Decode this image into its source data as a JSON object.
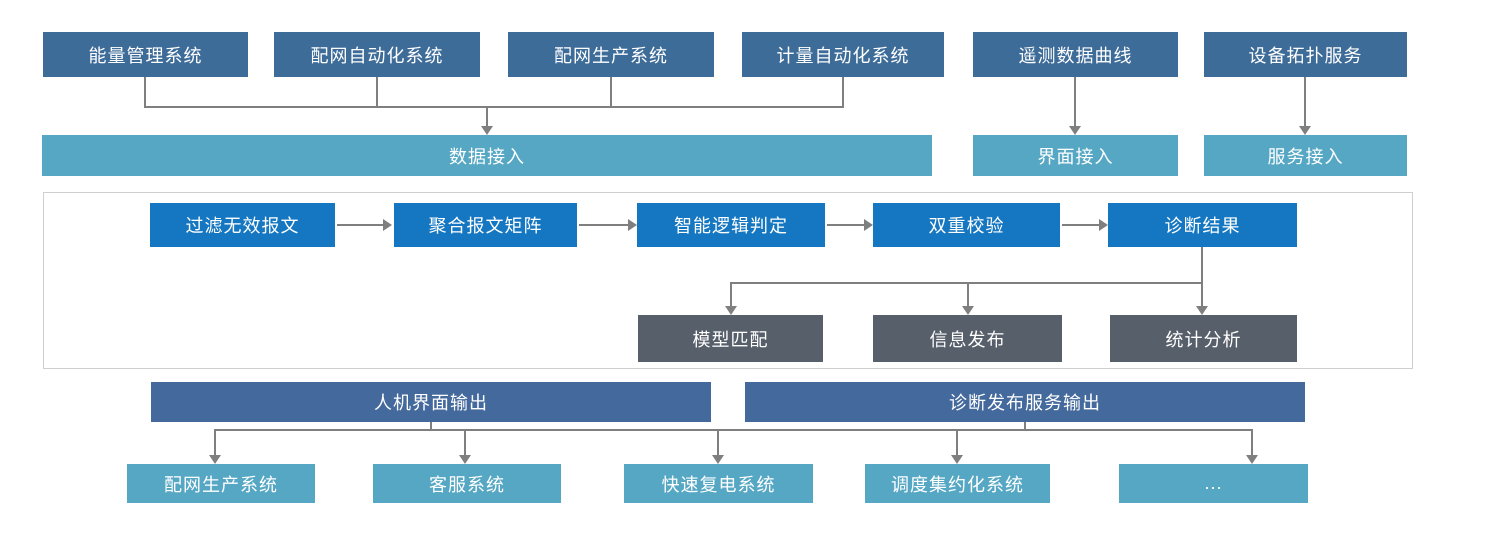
{
  "diagram": {
    "sources": [
      {
        "label": "能量管理系统"
      },
      {
        "label": "配网自动化系统"
      },
      {
        "label": "配网生产系统"
      },
      {
        "label": "计量自动化系统"
      },
      {
        "label": "遥测数据曲线"
      },
      {
        "label": "设备拓扑服务"
      }
    ],
    "access": [
      {
        "label": "数据接入"
      },
      {
        "label": "界面接入"
      },
      {
        "label": "服务接入"
      }
    ],
    "process": [
      {
        "label": "过滤无效报文"
      },
      {
        "label": "聚合报文矩阵"
      },
      {
        "label": "智能逻辑判定"
      },
      {
        "label": "双重校验"
      },
      {
        "label": "诊断结果"
      }
    ],
    "functions": [
      {
        "label": "模型匹配"
      },
      {
        "label": "信息发布"
      },
      {
        "label": "统计分析"
      }
    ],
    "outputs": [
      {
        "label": "人机界面输出"
      },
      {
        "label": "诊断发布服务输出"
      }
    ],
    "consumers": [
      {
        "label": "配网生产系统"
      },
      {
        "label": "客服系统"
      },
      {
        "label": "快速复电系统"
      },
      {
        "label": "调度集约化系统"
      },
      {
        "label": "..."
      }
    ],
    "colors": {
      "source_box": "#3e6c99",
      "access_box": "#55a7c4",
      "process_box": "#1577c1",
      "function_box": "#575f6b",
      "output_box": "#44699c",
      "consumer_box": "#55a7c4",
      "connector": "#7f7f7f",
      "container_border": "#cfcfcf",
      "text": "#ffffff"
    }
  }
}
